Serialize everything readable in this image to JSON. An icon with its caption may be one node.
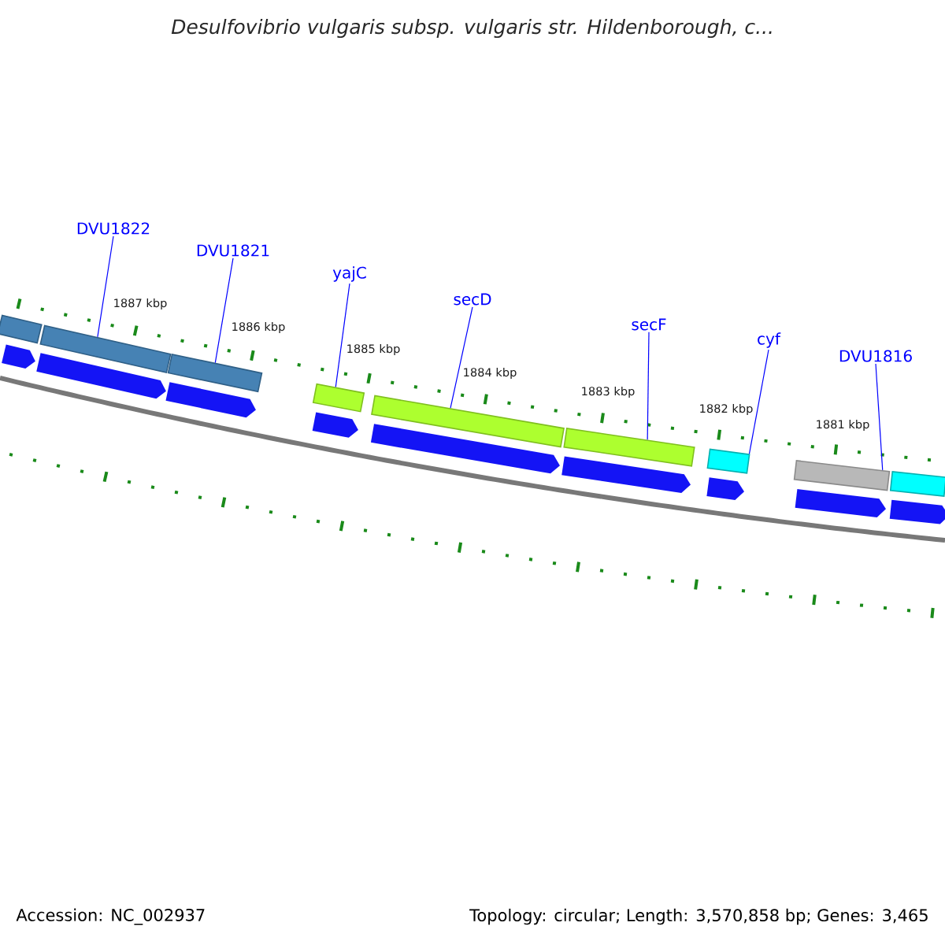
{
  "diagram": {
    "title": "Desulfovibrio vulgaris subsp. vulgaris str. Hildenborough, c...",
    "nodes": [
      {
        "text": [
          "DVU1822"
        ]
      },
      {
        "text": [
          "DVU1821"
        ]
      },
      {
        "text": [
          "yajC"
        ]
      },
      {
        "text": [
          "secD"
        ]
      },
      {
        "text": [
          "secF"
        ]
      },
      {
        "text": [
          "cyf"
        ]
      },
      {
        "text": [
          "DVU1816"
        ]
      },
      {
        "text": [],
        "shape": "bar"
      },
      {
        "text": [],
        "shape": "bar"
      },
      {
        "text": [],
        "shape": "bar"
      },
      {
        "text": [],
        "shape": "bar"
      },
      {
        "text": [],
        "shape": "bar"
      },
      {
        "text": [],
        "shape": "bar"
      },
      {
        "text": [],
        "shape": "bar"
      },
      {
        "text": [],
        "shape": "bar"
      },
      {
        "text": [],
        "shape": "bar"
      },
      {
        "text": [],
        "shape": "arrow"
      },
      {
        "text": [],
        "shape": "arrow"
      },
      {
        "text": [],
        "shape": "arrow"
      },
      {
        "text": [],
        "shape": "arrow"
      },
      {
        "text": [],
        "shape": "arrow"
      },
      {
        "text": [],
        "shape": "arrow"
      },
      {
        "text": [],
        "shape": "arrow"
      },
      {
        "text": [],
        "shape": "arrow"
      },
      {
        "text": [],
        "shape": "arrow"
      }
    ],
    "edges": [
      {
        "from": 0,
        "to": 8,
        "arrow": "none"
      },
      {
        "from": 1,
        "to": 9,
        "arrow": "none"
      },
      {
        "from": 2,
        "to": 10,
        "arrow": "none"
      },
      {
        "from": 3,
        "to": 11,
        "arrow": "none"
      },
      {
        "from": 4,
        "to": 12,
        "arrow": "none"
      },
      {
        "from": 5,
        "to": 13,
        "arrow": "none"
      },
      {
        "from": 6,
        "to": 14,
        "arrow": "none"
      }
    ],
    "labels": [
      "1887 kbp",
      "1886 kbp",
      "1885 kbp",
      "1884 kbp",
      "1883 kbp",
      "1882 kbp",
      "1881 kbp",
      "Accession: NC_002937",
      "Topology: circular; Length: 3,570,858 bp; Genes: 3,465"
    ]
  }
}
